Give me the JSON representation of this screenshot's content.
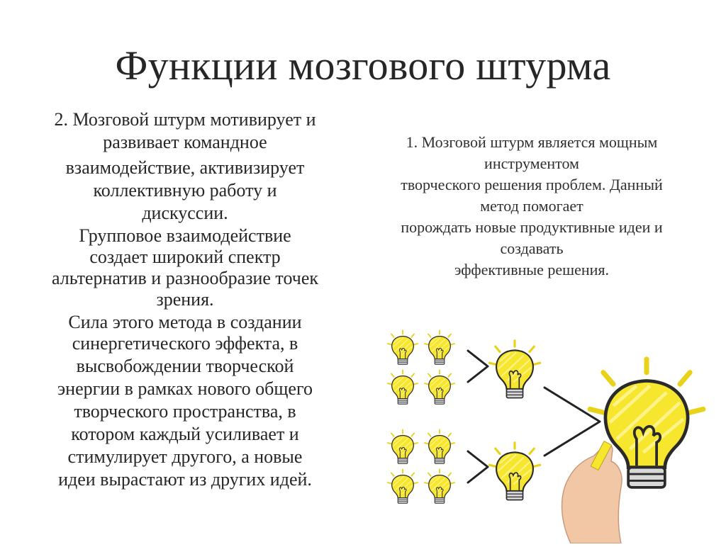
{
  "slide": {
    "title": "Функции мозгового штурма"
  },
  "left_text": {
    "lines": [
      "2. Мозговой штурм мотивирует и",
      "развивает командное",
      "взаимодействие, активизирует",
      "коллективную работу и",
      "дискуссии.",
      "Групповое взаимодействие",
      "создает широкий спектр",
      "альтернатив и разнообразие точек",
      "зрения.",
      "Сила этого метода в создании",
      "синергетического эффекта, в",
      "высвобождении творческой",
      "энергии в рамках нового общего",
      "творческого пространства, в",
      "котором каждый усиливает и",
      "стимулирует другого, а новые",
      "идеи вырастают из других идей."
    ]
  },
  "right_text": {
    "lines": [
      "1. Мозговой штурм является мощным",
      "инструментом",
      "творческого решения проблем. Данный",
      "метод помогает",
      "порождать новые продуктивные идеи и",
      "создавать",
      "эффективные решения."
    ]
  },
  "illustration": {
    "icon": "lightbulb-ideas-icon",
    "colors": {
      "bulb_fill": "#F7E62E",
      "bulb_outline": "#2A2A2A",
      "ray": "#E9D21A",
      "arrow": "#222222",
      "skin": "#F2C7A6"
    }
  }
}
